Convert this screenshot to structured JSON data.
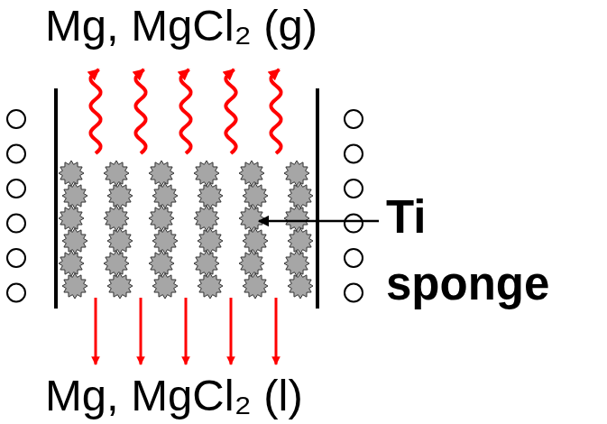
{
  "diagram": {
    "labels": [
      "Mg, MgCl₂ (g)",
      "Ti sponge",
      "Mg, MgCl₂ (l)"
    ]
  }
}
